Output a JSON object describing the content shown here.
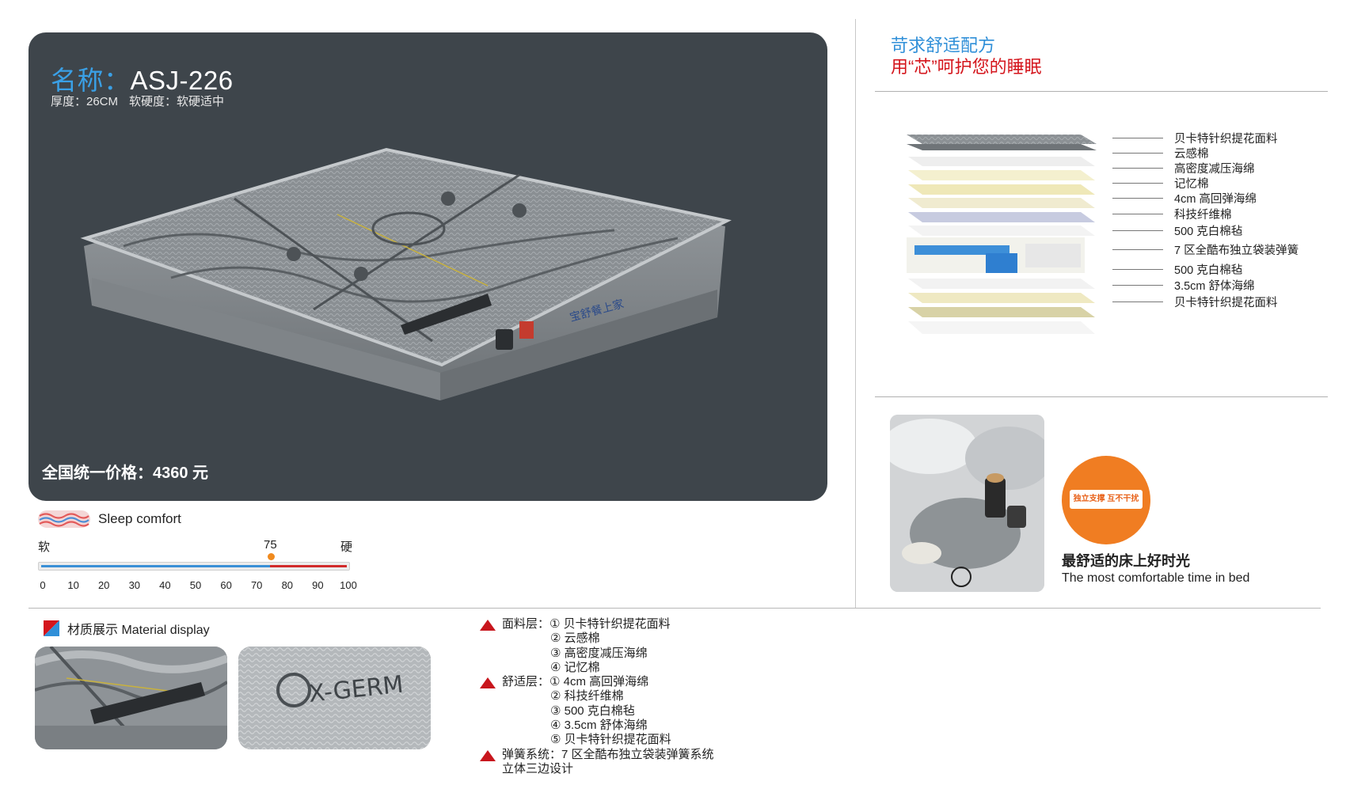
{
  "hero": {
    "name_label": "名称：",
    "model": "ASJ-226",
    "thickness": "厚度：26CM",
    "softness": "软硬度：软硬适中",
    "price": "全国统一价格：4360 元"
  },
  "comfort": {
    "title": "Sleep comfort",
    "soft_label": "软",
    "hard_label": "硬",
    "value_label": "75",
    "value": 75,
    "max": 100,
    "ticks": [
      "0",
      "10",
      "20",
      "30",
      "40",
      "50",
      "60",
      "70",
      "80",
      "90",
      "100"
    ],
    "colors": {
      "low": "#3a8fd6",
      "high": "#d12a2a",
      "marker": "#f08a1e"
    }
  },
  "material": {
    "title": "材质展示 Material display"
  },
  "spec": {
    "groups": [
      {
        "label": "面料层：",
        "items": [
          "① 贝卡特针织提花面料",
          "② 云感棉",
          "③ 高密度减压海绵",
          "④ 记忆棉"
        ]
      },
      {
        "label": "舒适层：",
        "items": [
          "① 4cm 高回弹海绵",
          "② 科技纤维棉",
          "③ 500 克白棉毡",
          "④ 3.5cm 舒体海绵",
          "⑤ 贝卡特针织提花面料"
        ]
      },
      {
        "label": "弹簧系统：",
        "items": [
          "7 区全酷布独立袋装弹簧系统"
        ],
        "extra": "立体三边设计"
      }
    ]
  },
  "right": {
    "slogan_line1": "苛求舒适配方",
    "slogan_line2": "用“芯”呵护您的睡眠",
    "layers": [
      "贝卡特针织提花面料",
      "云感棉",
      "高密度减压海绵",
      "记忆棉",
      "4cm 高回弹海绵",
      "科技纤维棉",
      "500 克白棉毡",
      "7 区全酷布独立袋装弹簧",
      "500 克白棉毡",
      "3.5cm 舒体海绵",
      "贝卡特针织提花面料"
    ],
    "badge_text": "独立支撑 互不干扰",
    "best_cn": "最舒适的床上好时光",
    "best_en": "The most comfortable time in bed"
  },
  "brand": {
    "logo_text": "X-GERM",
    "tag_text": "宝舒餐上家"
  }
}
